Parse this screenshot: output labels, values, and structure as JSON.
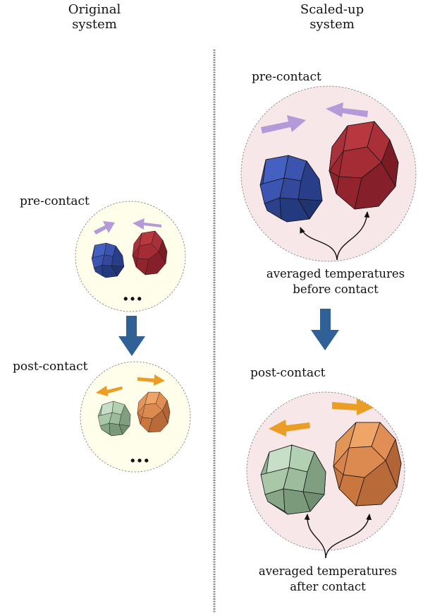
{
  "left": {
    "title_line1": "Original",
    "title_line2": "system",
    "pre_label": "pre-contact",
    "post_label": "post-contact",
    "ellipsis": "..."
  },
  "right": {
    "title_line1": "Scaled-up",
    "title_line2": "system",
    "pre_label": "pre-contact",
    "post_label": "post-contact",
    "caption_before_1": "averaged temperatures",
    "caption_before_2": "before contact",
    "caption_after_1": "averaged temperatures",
    "caption_after_2": "after contact"
  },
  "colors": {
    "small_circle_fill": "#fffeea",
    "large_circle_fill": "#f8e7e8",
    "blue_particle": "#2f4a9e",
    "red_particle": "#9b2730",
    "green_particle": "#8fb190",
    "orange_particle": "#d8824c",
    "pre_arrow": "#b49ad8",
    "post_arrow": "#eb9e25",
    "transition_arrow": "#2f6096",
    "divider": "#888888"
  }
}
